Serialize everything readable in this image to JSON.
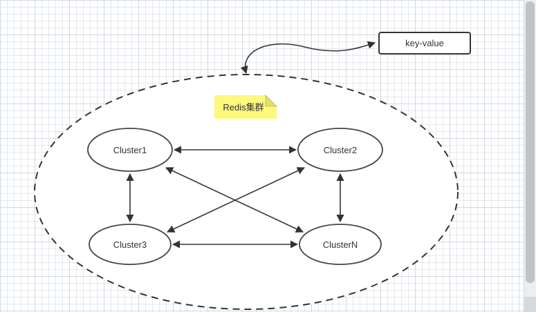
{
  "canvas": {
    "background": "#ffffff",
    "grid_color": "#d3dbe3"
  },
  "colors": {
    "shape_stroke": "#333333",
    "note_fill": "#fdf87e",
    "note_fold_fill": "#e3dc6c",
    "text": "#333333"
  },
  "diagram": {
    "callout": {
      "label": "key-value"
    },
    "note": {
      "label": "Redis集群"
    },
    "boundary": {
      "type": "dashed-ellipse"
    },
    "nodes": [
      {
        "id": "cluster1",
        "label": "Cluster1"
      },
      {
        "id": "cluster2",
        "label": "Cluster2"
      },
      {
        "id": "cluster3",
        "label": "Cluster3"
      },
      {
        "id": "clusterN",
        "label": "ClusterN"
      }
    ],
    "edges": [
      {
        "from": "Cluster1",
        "to": "Cluster2",
        "bidirectional": true
      },
      {
        "from": "Cluster1",
        "to": "Cluster3",
        "bidirectional": true
      },
      {
        "from": "Cluster2",
        "to": "ClusterN",
        "bidirectional": true
      },
      {
        "from": "Cluster3",
        "to": "ClusterN",
        "bidirectional": true
      },
      {
        "from": "Cluster1",
        "to": "ClusterN",
        "bidirectional": true
      },
      {
        "from": "Cluster2",
        "to": "Cluster3",
        "bidirectional": true
      },
      {
        "from": "boundary-ellipse",
        "to": "key-value",
        "bidirectional": true,
        "style": "curved"
      }
    ]
  }
}
